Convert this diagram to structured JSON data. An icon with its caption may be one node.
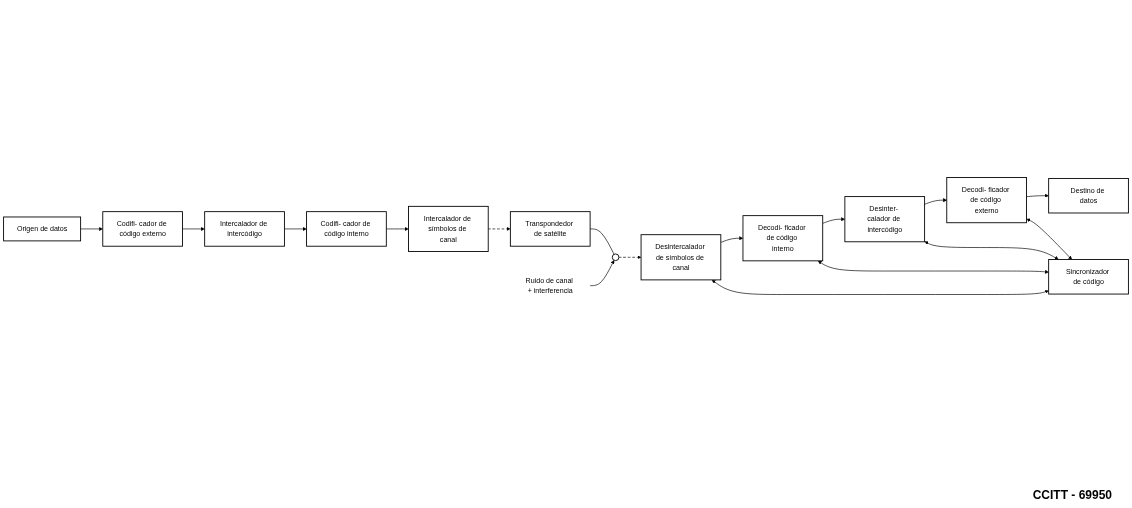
{
  "diagram": {
    "nodes": [
      {
        "text": [
          "Origen de datos"
        ]
      },
      {
        "text": [
          "Codifi- cador de código externo"
        ]
      },
      {
        "text": [
          "Intercalador de intercódigo"
        ]
      },
      {
        "text": [
          "Codifi- cador de código interno"
        ]
      },
      {
        "text": [
          "Intercalador de símbolos de canal"
        ]
      },
      {
        "text": [
          "Transpondedor de satélite"
        ]
      },
      {
        "text": [],
        "shape": "circle"
      },
      {
        "text": [
          "Ruido de canal + interferencia"
        ]
      },
      {
        "text": [
          "Desintercalador de símbolos de canal"
        ]
      },
      {
        "text": [
          "Decodi- ficador de código interno"
        ]
      },
      {
        "text": [
          "Desinter- calador de intercódigo"
        ]
      },
      {
        "text": [
          "Decodi- ficador de código externo"
        ]
      },
      {
        "text": [
          "Destino de datos"
        ]
      },
      {
        "text": [
          "Sincronizador de código"
        ]
      }
    ],
    "edges": [
      {
        "from": 0,
        "to": 1,
        "arrow": "to"
      },
      {
        "from": 1,
        "to": 2,
        "arrow": "to"
      },
      {
        "from": 2,
        "to": 3,
        "arrow": "to"
      },
      {
        "from": 3,
        "to": 4,
        "arrow": "to"
      },
      {
        "from": 4,
        "to": 5,
        "arrow": "to",
        "style": "dashed"
      },
      {
        "from": 5,
        "to": 6,
        "arrow": "none"
      },
      {
        "from": 7,
        "to": 6,
        "arrow": "to"
      },
      {
        "from": 6,
        "to": 8,
        "arrow": "to",
        "style": "dashed"
      },
      {
        "from": 8,
        "to": 9,
        "arrow": "to"
      },
      {
        "from": 9,
        "to": 10,
        "arrow": "to"
      },
      {
        "from": 10,
        "to": 11,
        "arrow": "to"
      },
      {
        "from": 11,
        "to": 12,
        "arrow": "to"
      },
      {
        "from": 11,
        "to": 13,
        "arrow": "both"
      },
      {
        "from": 10,
        "to": 13,
        "arrow": "both"
      },
      {
        "from": 9,
        "to": 13,
        "arrow": "both"
      },
      {
        "from": 8,
        "to": 13,
        "arrow": "both"
      }
    ],
    "labels": [
      "CCITT - 69950"
    ]
  }
}
